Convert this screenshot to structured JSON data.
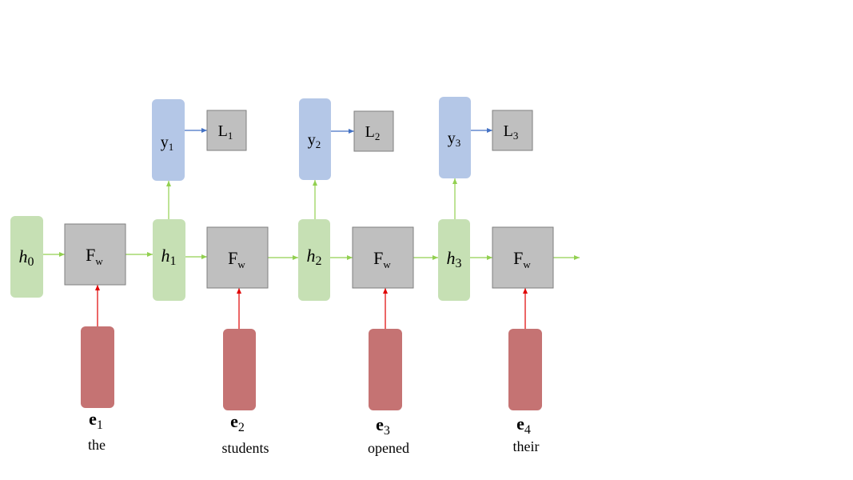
{
  "colors": {
    "hidden_fill": "#c6e0b4",
    "output_fill": "#b4c7e7",
    "input_fill": "#c57373",
    "func_fill": "#bfbfbf",
    "loss_fill": "#bfbfbf",
    "green_arrow": "#92d050",
    "blue_arrow": "#4472c4",
    "red_arrow": "#e00000"
  },
  "hidden_states": [
    {
      "base": "h",
      "sub": "0"
    },
    {
      "base": "h",
      "sub": "1"
    },
    {
      "base": "h",
      "sub": "2"
    },
    {
      "base": "h",
      "sub": "3"
    }
  ],
  "functions": [
    {
      "base": "F",
      "sub": "w"
    },
    {
      "base": "F",
      "sub": "w"
    },
    {
      "base": "F",
      "sub": "w"
    },
    {
      "base": "F",
      "sub": "w"
    }
  ],
  "outputs": [
    {
      "base": "y",
      "sub": "1"
    },
    {
      "base": "y",
      "sub": "2"
    },
    {
      "base": "y",
      "sub": "3"
    }
  ],
  "losses": [
    {
      "base": "L",
      "sub": "1"
    },
    {
      "base": "L",
      "sub": "2"
    },
    {
      "base": "L",
      "sub": "3"
    }
  ],
  "embeddings": [
    {
      "base": "e",
      "sub": "1"
    },
    {
      "base": "e",
      "sub": "2"
    },
    {
      "base": "e",
      "sub": "3"
    },
    {
      "base": "e",
      "sub": "4"
    }
  ],
  "words": [
    "the",
    "students",
    "opened",
    "their"
  ]
}
